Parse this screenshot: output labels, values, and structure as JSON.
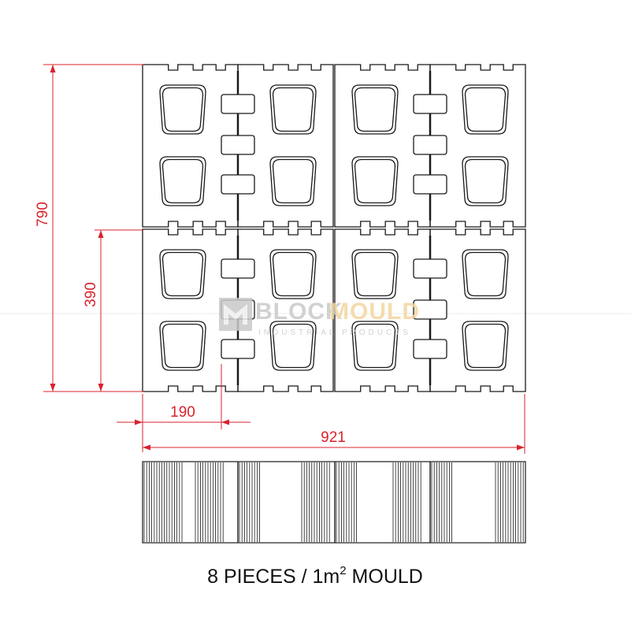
{
  "dimensions": {
    "total_height": "790",
    "block_height": "390",
    "block_width": "190",
    "total_width": "921"
  },
  "caption": {
    "prefix": "8 PIECES / 1m",
    "superscript": "2",
    "suffix": " MOULD"
  },
  "watermark": {
    "brand_part1": "BLOCK",
    "brand_part2": "MOULD",
    "tagline": "INDUSTRIAL PRODUCTS"
  },
  "colors": {
    "dimension": "#d9232d",
    "outline": "#1a1a1a",
    "watermark_dark": "#c9c9c9",
    "watermark_accent": "#f3d6a0"
  }
}
